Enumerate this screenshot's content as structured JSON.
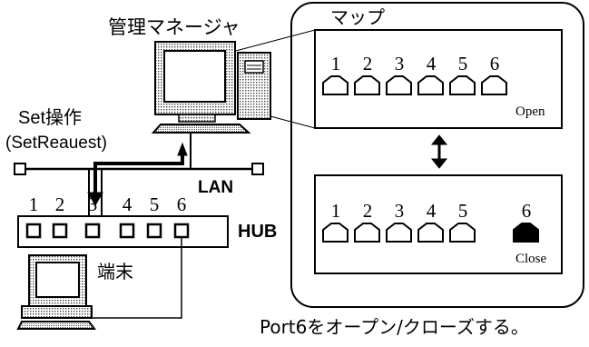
{
  "manager": {
    "label": "管理マネージャ"
  },
  "set_operation": {
    "line1": "Set操作",
    "line2": "(SetReauest)"
  },
  "network": {
    "lan_label": "LAN"
  },
  "hub": {
    "label": "HUB",
    "ports": [
      "1",
      "2",
      "3",
      "4",
      "5",
      "6"
    ]
  },
  "terminal": {
    "label": "端末"
  },
  "map": {
    "label": "マップ",
    "top_panel": {
      "ports": [
        "1",
        "2",
        "3",
        "4",
        "5",
        "6"
      ],
      "status": "Open"
    },
    "bottom_panel": {
      "ports": [
        "1",
        "2",
        "3",
        "4",
        "5",
        "6"
      ],
      "status": "Close"
    }
  },
  "caption": "Port6をオープン/クローズする。"
}
